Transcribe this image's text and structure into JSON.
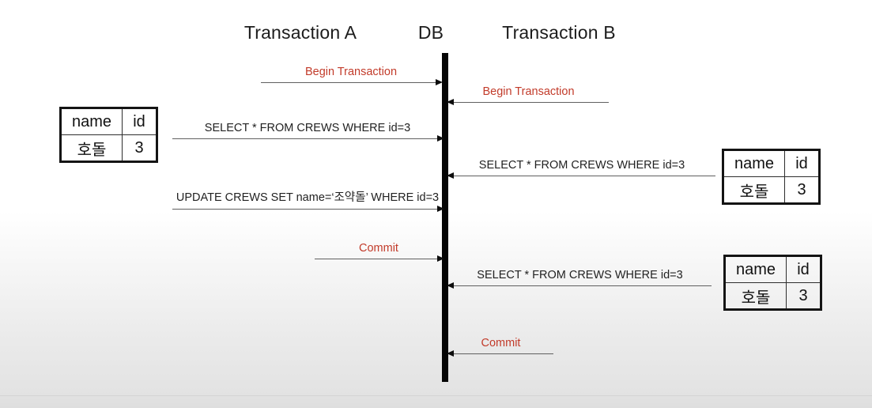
{
  "header": {
    "transaction_a": "Transaction A",
    "db": "DB",
    "transaction_b": "Transaction B"
  },
  "messages": [
    {
      "label": "Begin Transaction",
      "from": "Transaction A",
      "to": "DB",
      "style": "red"
    },
    {
      "label": "Begin Transaction",
      "from": "Transaction B",
      "to": "DB",
      "style": "red"
    },
    {
      "label": "SELECT * FROM CREWS WHERE id=3",
      "from": "Transaction A",
      "to": "DB",
      "style": "black"
    },
    {
      "label": "SELECT * FROM CREWS WHERE id=3",
      "from": "Transaction B",
      "to": "DB",
      "style": "black"
    },
    {
      "label": "UPDATE CREWS SET name=‘조약돌’ WHERE id=3",
      "from": "Transaction A",
      "to": "DB",
      "style": "black"
    },
    {
      "label": "Commit",
      "from": "Transaction A",
      "to": "DB",
      "style": "red"
    },
    {
      "label": "SELECT * FROM CREWS WHERE id=3",
      "from": "Transaction B",
      "to": "DB",
      "style": "black"
    },
    {
      "label": "Commit",
      "from": "Transaction B",
      "to": "DB",
      "style": "red"
    }
  ],
  "tables": [
    {
      "columns": [
        "name",
        "id"
      ],
      "rows": [
        [
          "호돌",
          "3"
        ]
      ]
    },
    {
      "columns": [
        "name",
        "id"
      ],
      "rows": [
        [
          "호돌",
          "3"
        ]
      ]
    },
    {
      "columns": [
        "name",
        "id"
      ],
      "rows": [
        [
          "호돌",
          "3"
        ]
      ]
    }
  ],
  "colors": {
    "accent_red": "#c23b2a",
    "arrow_line": "#606060",
    "lifeline_black": "#050505",
    "text_black": "#1c1c1c"
  }
}
